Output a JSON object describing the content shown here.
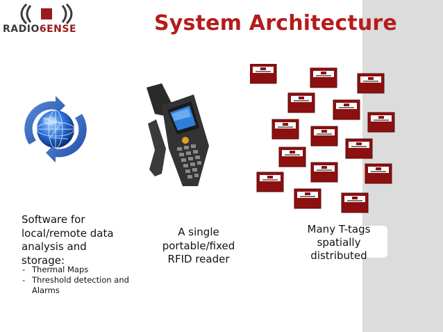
{
  "header": {
    "logo_text_a": "RADIO",
    "logo_text_b": "6ENSE",
    "title": "System Architecture"
  },
  "colors": {
    "brand_red": "#b51c1c",
    "tag_red": "#8c1010",
    "side_band": "#dcdcdc"
  },
  "icons": {
    "logo": "radio-waves-icon",
    "software": "globe-sync-icon",
    "reader": "rfid-reader-icon",
    "tags": "rfid-tag-icon"
  },
  "software": {
    "lines": [
      "Software for",
      "local/remote data",
      "analysis and",
      "storage:"
    ],
    "items": [
      "Thermal Maps",
      "Threshold detection and Alarms"
    ]
  },
  "reader": {
    "lines": [
      "A single",
      "portable/fixed",
      "RFID reader"
    ]
  },
  "tags": {
    "lines": [
      "Many T-tags",
      "spatially",
      "distributed"
    ]
  }
}
